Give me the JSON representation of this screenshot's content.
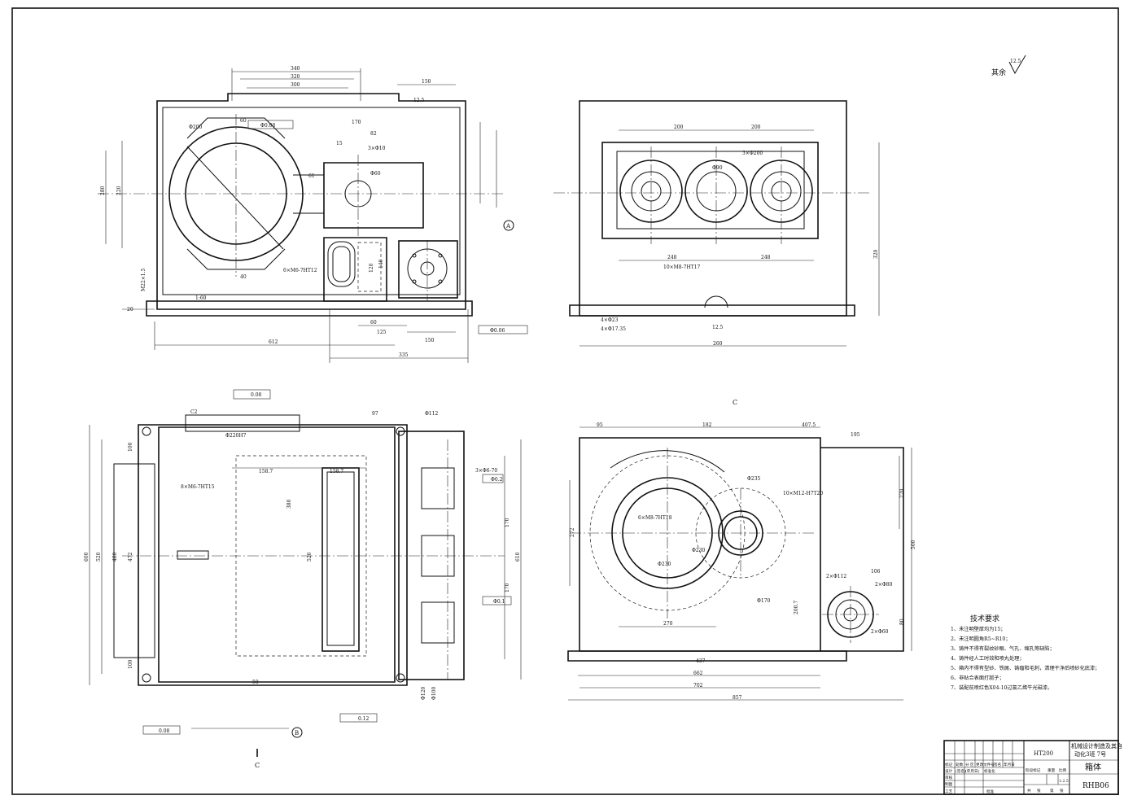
{
  "drawing": {
    "roughness_note": "其余",
    "roughness_value": "12.5",
    "section_marks": [
      "C",
      "C"
    ],
    "datum_labels": [
      "A",
      "B"
    ],
    "top_left_dims": [
      "340",
      "320",
      "300",
      "150",
      "12.5",
      "612",
      "335",
      "150",
      "125",
      "60",
      "170",
      "82",
      "15",
      "61",
      "3×Φ10",
      "Φ60",
      "Φ200",
      "220",
      "280",
      "Φ0.08",
      "Φ0.06",
      "6×M6-7HT12",
      "M22×1.5",
      "1:60",
      "20",
      "60",
      "40",
      "140",
      "120"
    ],
    "top_right_dims": [
      "200",
      "200",
      "3×Φ200",
      "Φ90",
      "248",
      "248",
      "320",
      "260",
      "12.5",
      "10×M8-7HT17",
      "4×Φ23",
      "4×Φ17.35"
    ],
    "bottom_left_dims": [
      "C2",
      "0.08",
      "97",
      "Φ112",
      "158.7",
      "158.7",
      "8×M6-7HT15",
      "3×Φ6-70",
      "Φ0.2",
      "Φ0.1",
      "Φ220H7",
      "0.12",
      "0.08",
      "600",
      "520",
      "480",
      "472",
      "520",
      "380",
      "170",
      "610",
      "170",
      "100",
      "100",
      "50",
      "Φ120",
      "Φ100"
    ],
    "bottom_right_dims": [
      "95",
      "182",
      "407.5",
      "195",
      "Φ235",
      "10×M12-H7T20",
      "6×M8-7HT18",
      "Φ230",
      "Φ230",
      "272",
      "220",
      "500",
      "106",
      "2×Φ112",
      "2×Φ80",
      "2×Φ60",
      "80",
      "Φ170",
      "200.7",
      "270",
      "437",
      "662",
      "702",
      "857"
    ]
  },
  "technical_requirements": {
    "title": "技术要求",
    "items": [
      "1、未注明壁厚均为15；",
      "2、未注明圆角R5~R10；",
      "3、铸件不得有裂纹砂眼、气孔、缩孔等缺陷；",
      "4、铸件经人工时效和喷丸处理；",
      "5、箱内不得有型砂、铁屑、铸瘤和毛刺，清理干净后喷砂化底漆；",
      "6、非贴合表面打腻子；",
      "7、装配前喷红色X04-10过氯乙烯牛光磁漆。"
    ]
  },
  "title_block": {
    "material": "HT200",
    "school_line1": "机械设计制造及其自",
    "school_line2": "动化3班 7号",
    "part_name": "箱体",
    "drawing_no": "RHB06",
    "row_labels": [
      "标记",
      "处数",
      "分 区",
      "更改文件号",
      "签名",
      "年月日"
    ],
    "left_labels": [
      "设计",
      "审核",
      "制图",
      "工艺"
    ],
    "left_values": [
      "(签名)",
      "(年月日)",
      "标准化"
    ],
    "approve": "批准",
    "stage_labels": [
      "阶段标记",
      "重量",
      "比例"
    ],
    "scale": "1:2.5",
    "sheet_info": [
      "共",
      "张",
      "第",
      "张"
    ]
  }
}
